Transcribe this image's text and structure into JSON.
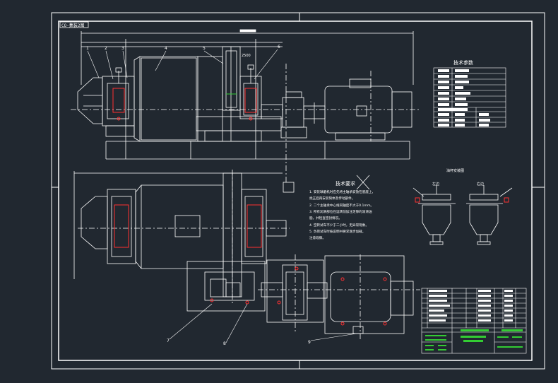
{
  "drawing": {
    "code": "CO-集装2图"
  },
  "colors": {
    "background": "#212830",
    "line": "#ffffff",
    "accent_red": "#ff3030",
    "accent_green": "#33cc33"
  },
  "tech_params": {
    "title": "技术参数",
    "rows": [
      "",
      "",
      "",
      "",
      "",
      "",
      "",
      "",
      "",
      "",
      ""
    ]
  },
  "tech_requirements": {
    "title": "技术要求",
    "items": [
      "1.  安装球磨机时应先将主轴承安放在底座上，",
      "    找正后再安装筒体及传动部件。",
      "2.  二个主轴承中心线同轴度不大于0.1mm。",
      "3.  所有润滑部位在运转前加注足够的润滑油",
      "    脂，并检查密封情况。",
      "4.  空转试车不少于二小时，无异常现象。",
      "5.  负荷试车时按说明书要求逐步加载，",
      "    注意观察。"
    ]
  },
  "oil_cup": {
    "title": "油杯安装图",
    "left": "左边",
    "right": "右边"
  },
  "callouts": [
    "1",
    "2",
    "3",
    "4",
    "5",
    "6",
    "7",
    "8",
    "9"
  ],
  "dims": {
    "center": "2500"
  },
  "title_block": {
    "drawing_name": "",
    "drawing_no": "",
    "rows": [
      "",
      "",
      "",
      "",
      "",
      "",
      ""
    ]
  }
}
